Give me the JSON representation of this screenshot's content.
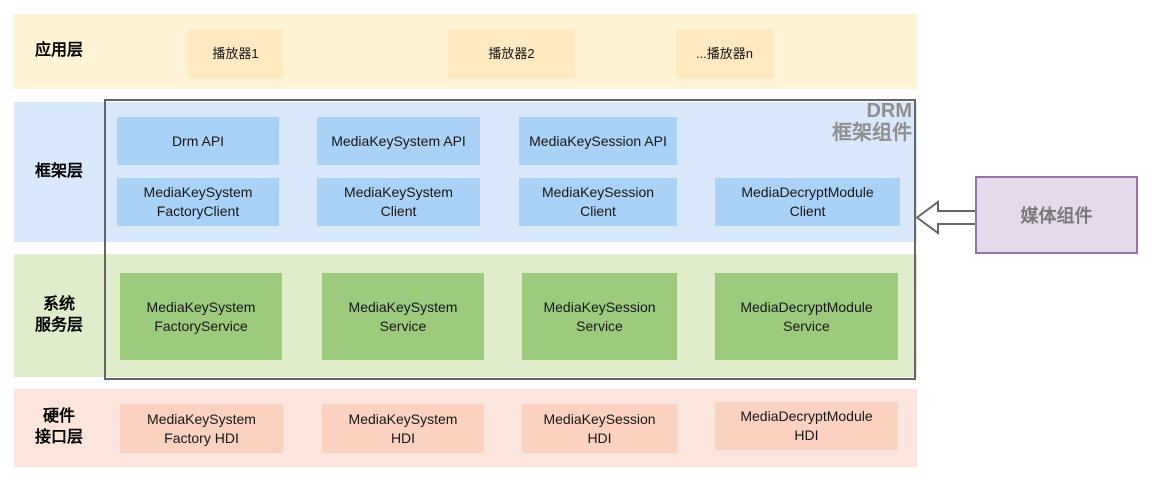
{
  "layers": [
    {
      "label": "应用层",
      "boxes": [
        "播放器1",
        "播放器2",
        "...播放器n"
      ]
    },
    {
      "label": "框架层",
      "api_boxes": [
        "Drm API",
        "MediaKeySystem API",
        "MediaKeySession API"
      ],
      "client_boxes": [
        "MediaKeySystem\nFactoryClient",
        "MediaKeySystem\nClient",
        "MediaKeySession\nClient",
        "MediaDecryptModule\nClient"
      ]
    },
    {
      "label": "系统\n服务层",
      "boxes": [
        "MediaKeySystem\nFactoryService",
        "MediaKeySystem\nService",
        "MediaKeySession\nService",
        "MediaDecryptModule\nService"
      ]
    },
    {
      "label": "硬件\n接口层",
      "boxes": [
        "MediaKeySystem\nFactory HDI",
        "MediaKeySystem\nHDI",
        "MediaKeySession\nHDI",
        "MediaDecryptModule\nHDI"
      ]
    }
  ],
  "drm_frame": {
    "title_line1": "DRM",
    "title_line2": "框架组件"
  },
  "media_component": {
    "label": "媒体组件",
    "arrow_icon": "left-arrow-icon"
  },
  "colors": {
    "app_row_bg": "#FFF3D5",
    "app_box_bg": "#FFE9C0",
    "framework_row_bg": "#DAE8FC",
    "framework_box_bg": "#A9D2F6",
    "service_row_bg": "#DFEDCA",
    "service_box_bg": "#9CCB7E",
    "hardware_row_bg": "#FCE5DC",
    "hardware_box_bg": "#FBD1BF",
    "frame_border": "#666666",
    "frame_title_text": "#8f8f8f",
    "media_box_bg": "#E5DAEC",
    "media_box_border": "#9673A6",
    "media_box_text": "#7a7a7a"
  }
}
